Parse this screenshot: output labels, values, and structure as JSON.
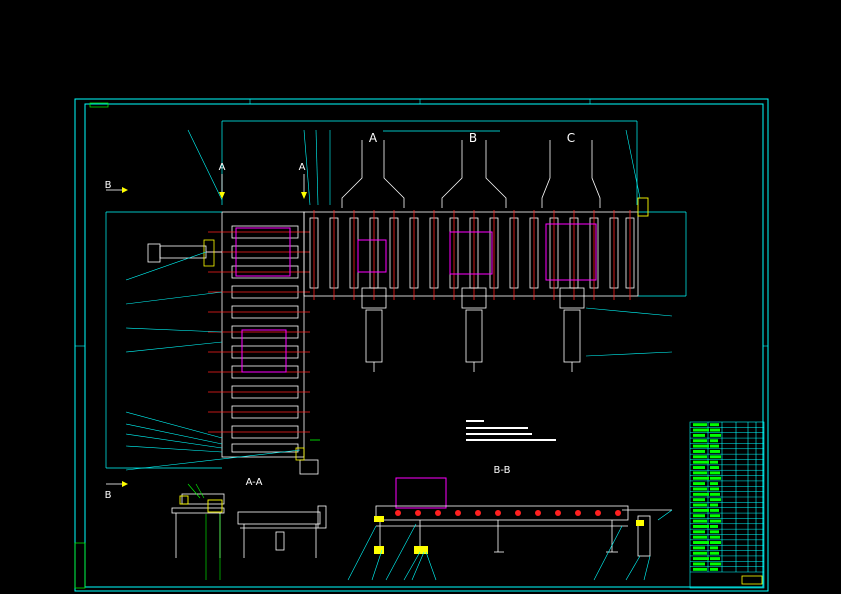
{
  "view_labels": {
    "section_A_left": "A",
    "section_A_right": "A",
    "section_B_top": "B",
    "section_B_bottom": "B",
    "station_a": "A",
    "station_b": "B",
    "station_c": "C",
    "view_aa": "A-A",
    "view_bb": "B-B"
  },
  "colors": {
    "frame": "#00ffff",
    "geometry": "#ffffff",
    "roller_red": "#ff2020",
    "highlight_magenta": "#ff00ff",
    "yellow": "#ffff00",
    "leader_green": "#00ff00",
    "background": "#000000"
  },
  "title_block": {
    "rows": 28,
    "cols": 6
  },
  "notes_line_count": 4
}
